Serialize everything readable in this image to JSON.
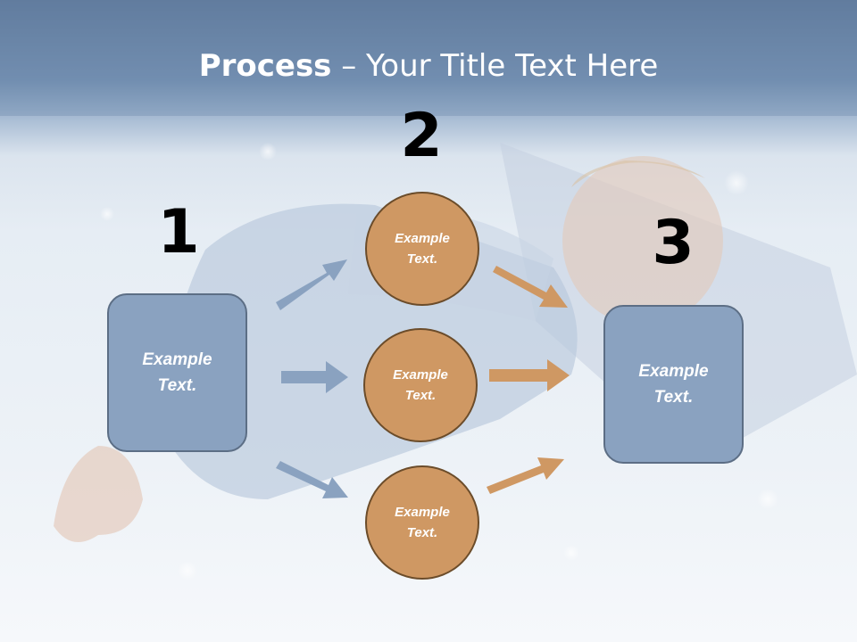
{
  "title": {
    "bold": "Process",
    "rest": " – Your Title Text Here"
  },
  "steps": [
    {
      "number": "1",
      "box_text": "Example Text."
    },
    {
      "number": "2",
      "circles": [
        "Example Text.",
        "Example Text.",
        "Example Text."
      ]
    },
    {
      "number": "3",
      "box_text": "Example Text."
    }
  ],
  "colors": {
    "box_fill": "#8aa2c0",
    "circle_fill": "#cf9863",
    "blue_arrow": "#8aa2c0",
    "orange_arrow": "#cf9863",
    "header": "#6a86a8"
  }
}
